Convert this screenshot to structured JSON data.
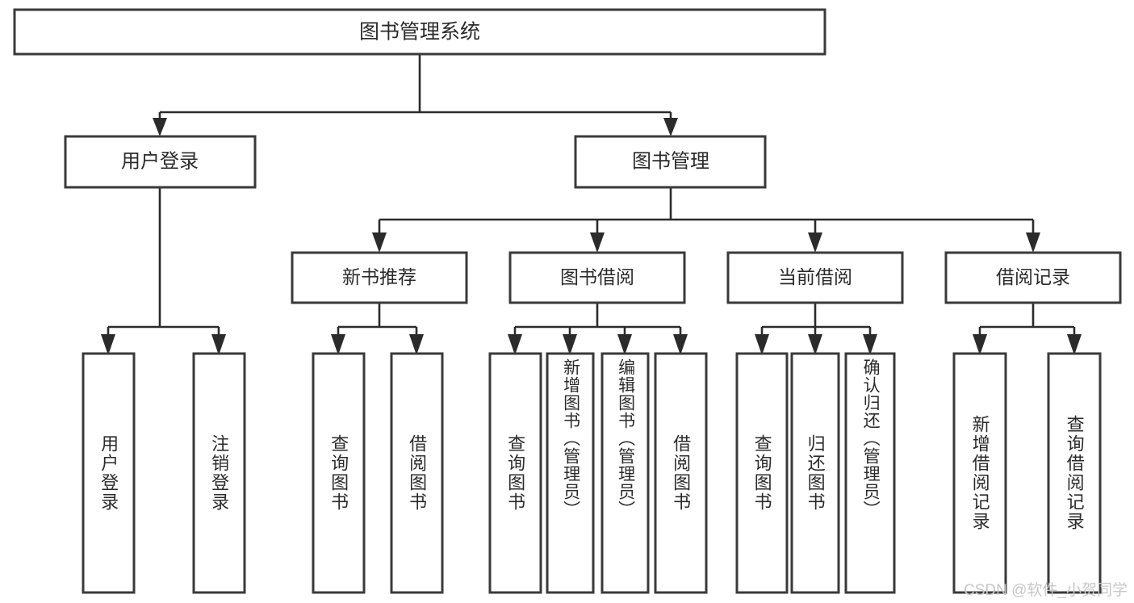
{
  "diagram": {
    "title": "图书管理系统",
    "type": "tree-hierarchy",
    "root": {
      "label": "图书管理系统"
    },
    "level2": [
      {
        "label": "用户登录"
      },
      {
        "label": "图书管理"
      }
    ],
    "level3": [
      {
        "label": "新书推荐",
        "parent": "图书管理"
      },
      {
        "label": "图书借阅",
        "parent": "图书管理"
      },
      {
        "label": "当前借阅",
        "parent": "图书管理"
      },
      {
        "label": "借阅记录",
        "parent": "图书管理"
      }
    ],
    "leaves": [
      {
        "label": "用户登录",
        "parent": "用户登录"
      },
      {
        "label": "注销登录",
        "parent": "用户登录"
      },
      {
        "label": "查询图书",
        "parent": "新书推荐"
      },
      {
        "label": "借阅图书",
        "parent": "新书推荐"
      },
      {
        "label": "查询图书",
        "parent": "图书借阅"
      },
      {
        "label": "新增图书（管理员）",
        "parent": "图书借阅"
      },
      {
        "label": "编辑图书（管理员）",
        "parent": "图书借阅"
      },
      {
        "label": "借阅图书",
        "parent": "图书借阅"
      },
      {
        "label": "查询图书",
        "parent": "当前借阅"
      },
      {
        "label": "归还图书",
        "parent": "当前借阅"
      },
      {
        "label": "确认归还（管理员）",
        "parent": "当前借阅"
      },
      {
        "label": "新增借阅记录",
        "parent": "借阅记录"
      },
      {
        "label": "查询借阅记录",
        "parent": "借阅记录"
      }
    ]
  },
  "watermark": {
    "text": "CSDN @软件_小贺同学"
  },
  "colors": {
    "box_stroke": "#3a3a3a",
    "connector": "#2b2b2b",
    "text": "#2b2b2b",
    "background": "#ffffff",
    "watermark": "#c7c7c7"
  }
}
